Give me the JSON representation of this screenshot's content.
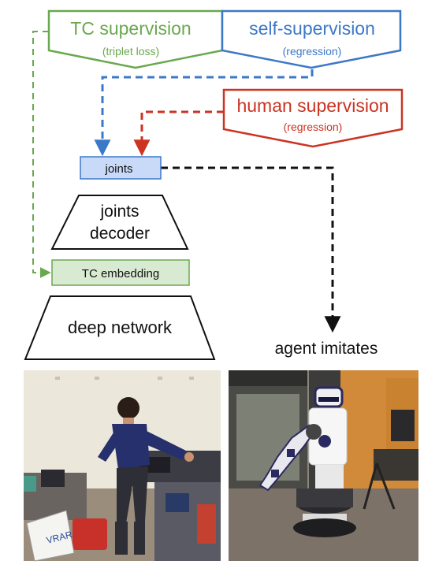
{
  "supervision": {
    "tc": {
      "title": "TC supervision",
      "subtitle": "(triplet loss)"
    },
    "self": {
      "title": "self-supervision",
      "subtitle": "(regression)"
    },
    "human": {
      "title": "human supervision",
      "subtitle": "(regression)"
    }
  },
  "nodes": {
    "joints": "joints",
    "joints_decoder_line1": "joints",
    "joints_decoder_line2": "decoder",
    "tc_embedding": "TC embedding",
    "deep_network": "deep network",
    "agent_imitates": "agent imitates"
  },
  "photos": {
    "human_sign": "VRAR"
  },
  "colors": {
    "tc_green": "#6aa84f",
    "tc_fill": "#d9ead3",
    "self_blue": "#3c78c8",
    "joints_fill": "#c9daf8",
    "human_red": "#cc3322",
    "black": "#111111"
  }
}
